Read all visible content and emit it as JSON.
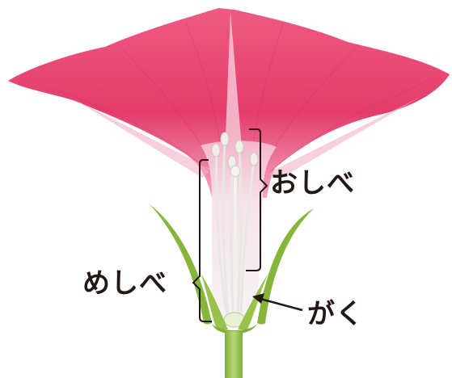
{
  "labels": {
    "stamen": "おしべ",
    "pistil": "めしべ",
    "sepal": "がく"
  },
  "colors": {
    "petal": "#e8426f",
    "petal_dark": "#cf2d5c",
    "throat": "#f7dbe6",
    "sepal": "#86b53c",
    "stem": "#9cc45a",
    "text": "#231815"
  }
}
